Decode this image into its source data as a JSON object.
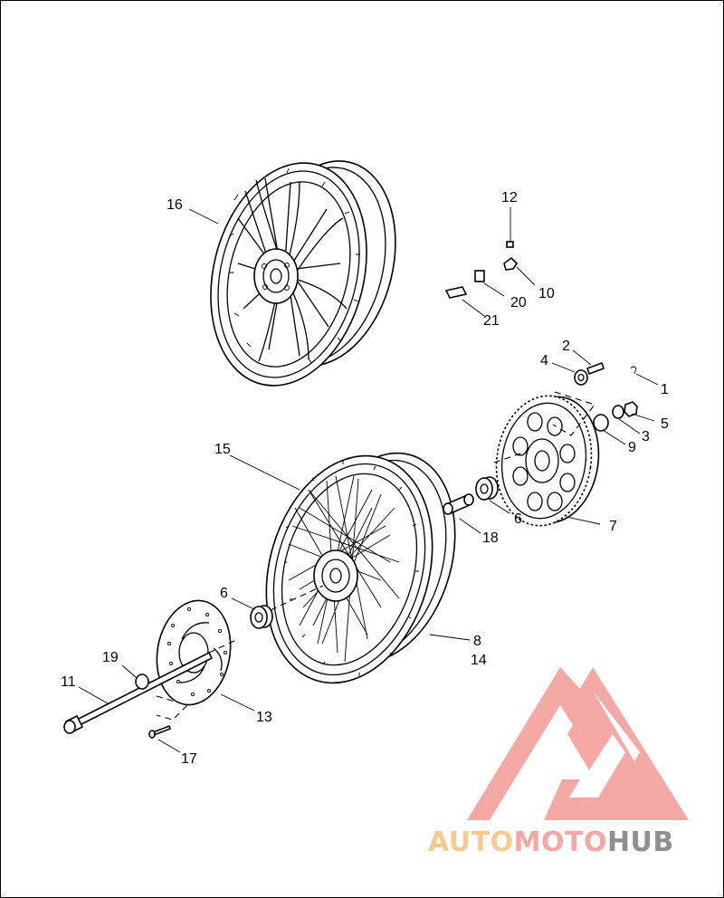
{
  "diagram": {
    "callouts": [
      {
        "id": "1",
        "text": "1"
      },
      {
        "id": "2",
        "text": "2"
      },
      {
        "id": "3",
        "text": "3"
      },
      {
        "id": "4",
        "text": "4"
      },
      {
        "id": "5",
        "text": "5"
      },
      {
        "id": "6a",
        "text": "6"
      },
      {
        "id": "6b",
        "text": "6"
      },
      {
        "id": "7",
        "text": "7"
      },
      {
        "id": "8",
        "text": "8"
      },
      {
        "id": "9",
        "text": "9"
      },
      {
        "id": "10",
        "text": "10"
      },
      {
        "id": "11",
        "text": "11"
      },
      {
        "id": "12",
        "text": "12"
      },
      {
        "id": "13",
        "text": "13"
      },
      {
        "id": "14",
        "text": "14"
      },
      {
        "id": "15",
        "text": "15"
      },
      {
        "id": "16",
        "text": "16"
      },
      {
        "id": "17",
        "text": "17"
      },
      {
        "id": "18",
        "text": "18"
      },
      {
        "id": "19",
        "text": "19"
      },
      {
        "id": "20",
        "text": "20"
      },
      {
        "id": "21",
        "text": "21"
      }
    ]
  },
  "watermark": {
    "part1": "AUTO",
    "part2": "MOTO",
    "part3": "HUB",
    "colors": {
      "auto": "#f5c98a",
      "moto": "#f4a4a0",
      "hub": "#8a8a8a",
      "logo": "#f4a4a0"
    }
  }
}
